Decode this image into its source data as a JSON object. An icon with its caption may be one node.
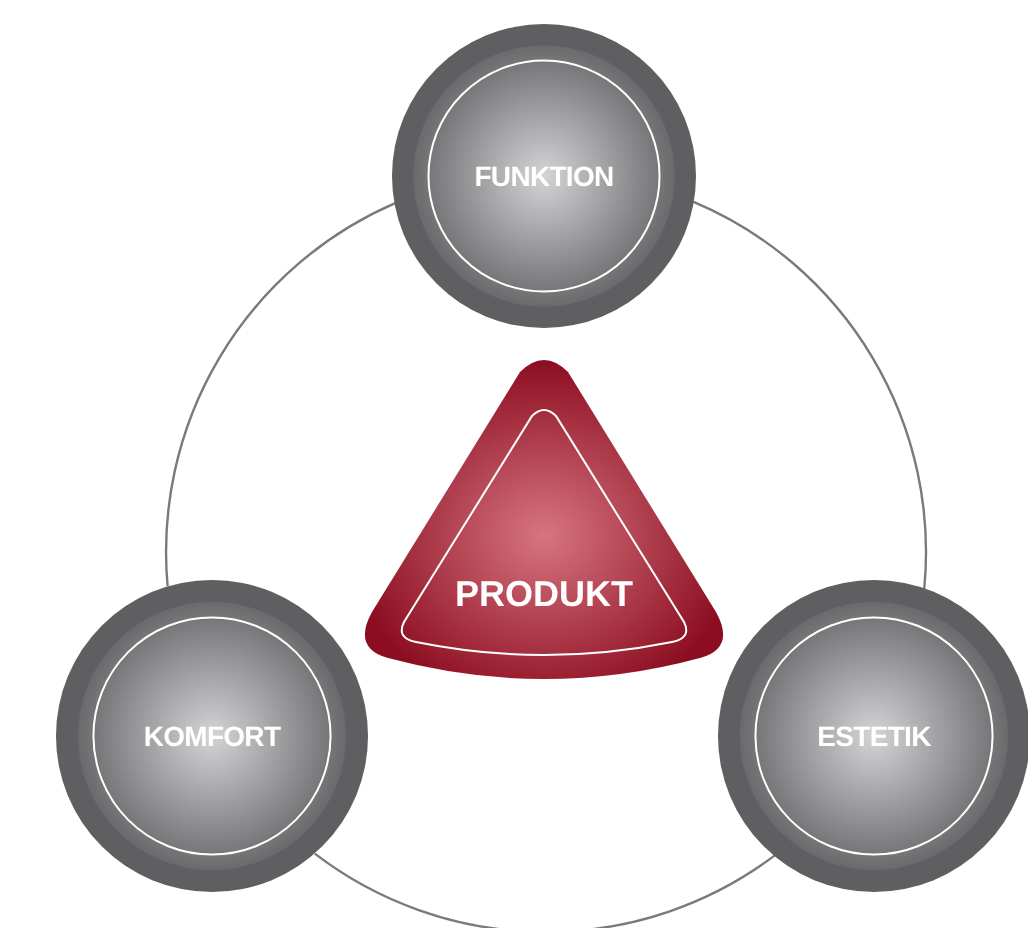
{
  "diagram": {
    "nodes": [
      {
        "text": [
          "FUNKTION"
        ]
      },
      {
        "text": [
          "PRODUKT"
        ]
      },
      {
        "text": [
          "KOMFORT"
        ]
      },
      {
        "text": [
          "ESTETIK"
        ]
      }
    ],
    "edges": [
      {
        "from": 0,
        "to": 2,
        "arrow": "none"
      },
      {
        "from": 2,
        "to": 3,
        "arrow": "none"
      },
      {
        "from": 3,
        "to": 0,
        "arrow": "none"
      }
    ]
  }
}
